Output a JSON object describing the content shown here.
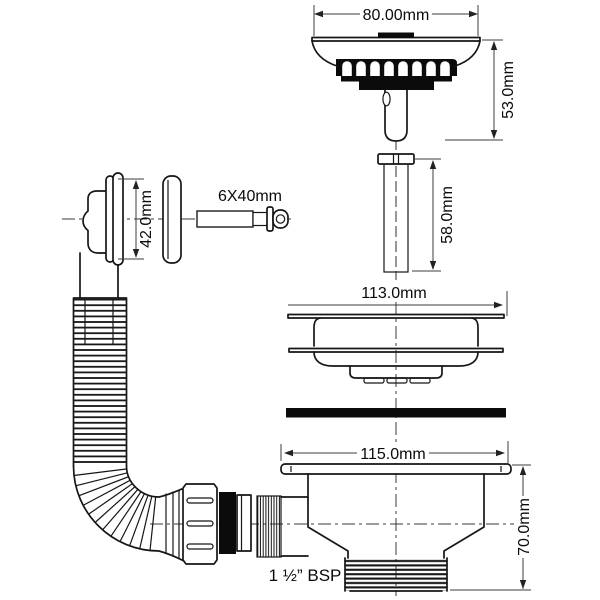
{
  "meta": {
    "title": "Exploded technical drawing of kitchen sink basket strainer waste with overflow",
    "background": "#ffffff"
  },
  "labels": {
    "dim_basket_width": "80.00mm",
    "dim_basket_height": "53.0mm",
    "dim_bolt_length": "58.0mm",
    "dim_overflow_height": "42.0mm",
    "dim_overflow_screw": "6X40mm",
    "dim_flange_width": "113.0mm",
    "dim_body_width": "115.0mm",
    "dim_body_height": "70.0mm",
    "label_outlet_thread": "1 ½” BSP"
  },
  "colors": {
    "line": "#161616",
    "dimension_line": "#3d3d3d",
    "text": "#0a0a0a",
    "gasket_fill": "#0b0b0b",
    "background": "#ffffff"
  }
}
